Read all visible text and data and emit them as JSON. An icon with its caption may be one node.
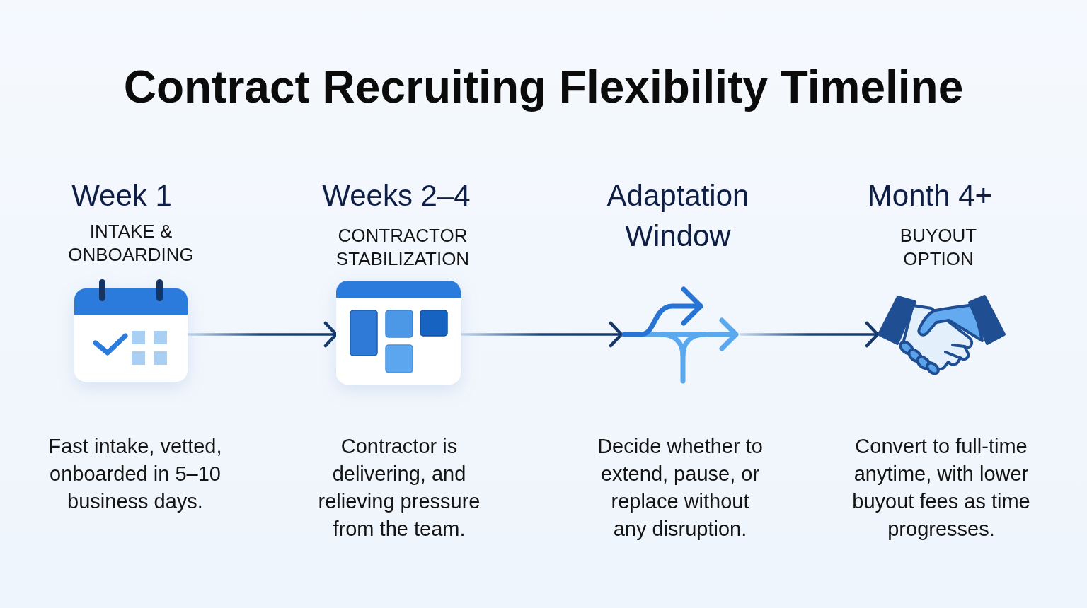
{
  "diagram": {
    "title": "Contract Recruiting Flexibility Timeline",
    "nodes": [
      {
        "text": [],
        "shape": "picture",
        "beside": [
          "Week 1",
          "INTAKE & ONBOARDING",
          "Fast intake, vetted, onboarded in 5–10 business days."
        ]
      },
      {
        "text": [],
        "shape": "picture",
        "beside": [
          "Weeks 2–4",
          "CONTRACTOR STABILIZATION",
          "Contractor is delivering, and relieving pressure from the team."
        ]
      },
      {
        "text": [],
        "shape": "picture",
        "beside": [
          "Adaptation Window",
          "Decide whether to extend, pause, or replace without any disruption."
        ]
      },
      {
        "text": [],
        "shape": "picture",
        "beside": [
          "Month 4+",
          "BUYOUT OPTION",
          "Convert to full-time anytime, with lower buyout fees as time progresses."
        ]
      }
    ],
    "edges": [
      {
        "from": 0,
        "to": 1,
        "arrow": "to"
      },
      {
        "from": 1,
        "to": 2,
        "arrow": "to"
      },
      {
        "from": 2,
        "to": 3,
        "arrow": "to"
      }
    ]
  }
}
